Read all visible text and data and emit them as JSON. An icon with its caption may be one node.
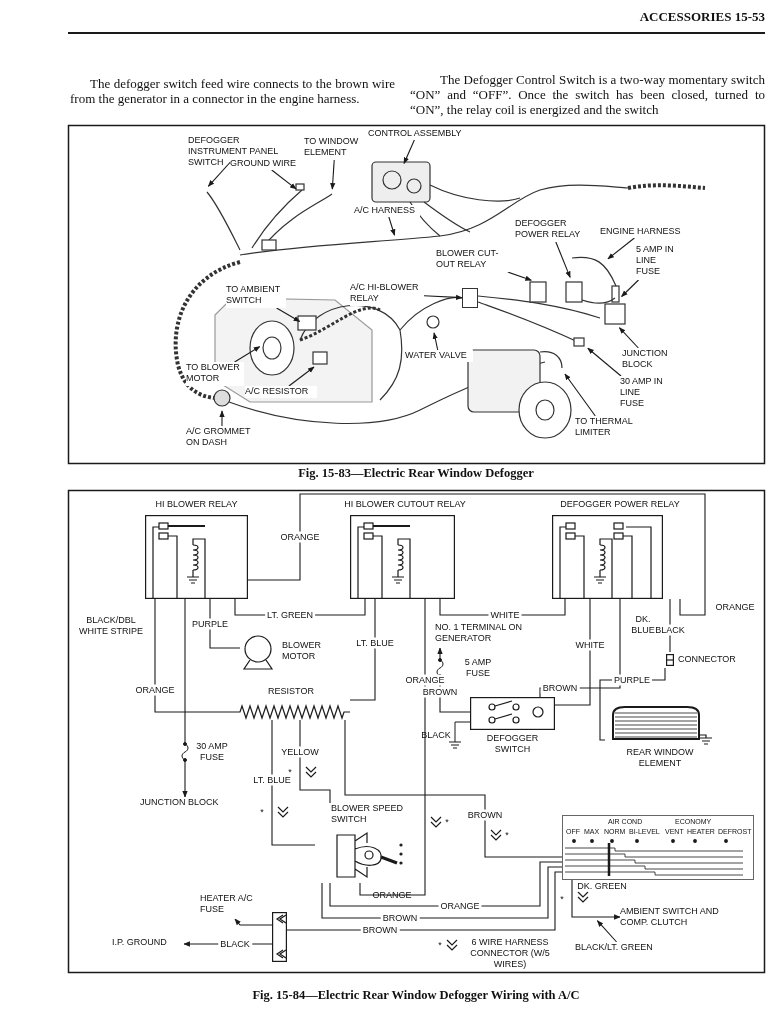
{
  "diagram": {
    "nodes": [
      {
        "text": [
          "DEFOGGER INSTRUMENT PANEL SWITCH"
        ]
      },
      {
        "text": [
          "TO WINDOW ELEMENT"
        ]
      },
      {
        "text": [
          "GROUND WIRE"
        ]
      },
      {
        "text": [
          "CONTROL ASSEMBLY"
        ]
      },
      {
        "text": [
          "A/C HARNESS"
        ]
      },
      {
        "text": [
          "DEFOGGER POWER RELAY"
        ]
      },
      {
        "text": [
          "ENGINE HARNESS"
        ]
      },
      {
        "text": [
          "5 AMP IN LINE FUSE"
        ]
      },
      {
        "text": [
          "BLOWER CUT- OUT RELAY"
        ]
      },
      {
        "text": [
          "A/C HI-BLOWER RELAY"
        ]
      },
      {
        "text": [
          "TO AMBIENT SWITCH"
        ]
      },
      {
        "text": [
          "WATER VALVE"
        ]
      },
      {
        "text": [
          "JUNCTION BLOCK"
        ]
      },
      {
        "text": [
          "30 AMP IN LINE FUSE"
        ]
      },
      {
        "text": [
          "TO THERMAL LIMITER"
        ]
      },
      {
        "text": [
          "TO BLOWER MOTOR"
        ]
      },
      {
        "text": [
          "A/C RESISTOR"
        ]
      },
      {
        "text": [
          "A/C GROMMET ON DASH"
        ]
      },
      {
        "text": [
          "HI BLOWER RELAY"
        ]
      },
      {
        "text": [
          "HI BLOWER CUTOUT RELAY"
        ]
      },
      {
        "text": [
          "DEFOGGER POWER RELAY"
        ]
      },
      {
        "text": [
          "BLOWER MOTOR"
        ]
      },
      {
        "text": [
          "RESISTOR"
        ]
      },
      {
        "text": [
          "DEFOGGER SWITCH"
        ]
      },
      {
        "text": [
          "REAR WINDOW ELEMENT"
        ]
      },
      {
        "text": [
          "BLOWER SPEED SWITCH"
        ]
      },
      {
        "text": [
          "AIR COND",
          "ECONOMY",
          "OFF",
          "MAX",
          "NORM",
          "BI-LEVEL",
          "VENT",
          "HEATER",
          "DEFROST"
        ]
      },
      {
        "text": [
          "CONNECTOR"
        ]
      },
      {
        "text": [
          "JUNCTION BLOCK"
        ]
      },
      {
        "text": [
          "NO. 1 TERMINAL ON GENERATOR"
        ]
      },
      {
        "text": [
          "HEATER A/C FUSE"
        ]
      },
      {
        "text": [
          "I.P. GROUND"
        ]
      },
      {
        "text": [
          "AMBIENT SWITCH AND COMP. CLUTCH"
        ]
      },
      {
        "text": [],
        "shape": "bar"
      },
      {
        "text": [
          "BLACK/LT. GREEN"
        ]
      },
      {
        "text": [],
        "shape": "box"
      }
    ],
    "edges": [
      {
        "from": 0,
        "to": null,
        "arrow": "to"
      },
      {
        "from": 1,
        "to": null,
        "arrow": "to"
      },
      {
        "from": 2,
        "to": null,
        "arrow": "to"
      },
      {
        "from": 3,
        "to": null,
        "arrow": "to"
      },
      {
        "from": 4,
        "to": null,
        "arrow": "to"
      },
      {
        "from": 5,
        "to": null,
        "arrow": "to"
      },
      {
        "from": 6,
        "to": null,
        "arrow": "to"
      },
      {
        "from": 7,
        "to": null,
        "arrow": "to"
      },
      {
        "from": 8,
        "to": null,
        "arrow": "to"
      },
      {
        "from": 9,
        "to": 35,
        "arrow": "to"
      },
      {
        "from": 10,
        "to": null,
        "arrow": "to"
      },
      {
        "from": 11,
        "to": null,
        "arrow": "to"
      },
      {
        "from": 12,
        "to": null,
        "arrow": "to"
      },
      {
        "from": 13,
        "to": null,
        "arrow": "to"
      },
      {
        "from": 14,
        "to": null,
        "arrow": "to"
      },
      {
        "from": 15,
        "to": null,
        "arrow": "to"
      },
      {
        "from": 16,
        "to": null,
        "arrow": "to"
      },
      {
        "from": 17,
        "to": null,
        "arrow": "to"
      },
      {
        "from": 18,
        "to": 19,
        "arrow": "none",
        "label": "LT. GREEN"
      },
      {
        "from": 18,
        "to": 20,
        "arrow": "none",
        "label": "ORANGE"
      },
      {
        "from": 18,
        "to": 21,
        "arrow": "none",
        "label": "PURPLE"
      },
      {
        "from": 18,
        "to": 28,
        "arrow": "to"
      },
      {
        "from": 18,
        "to": 22,
        "arrow": "none",
        "label": "ORANGE"
      },
      {
        "from": 19,
        "to": 22,
        "arrow": "none",
        "label": "LT. BLUE"
      },
      {
        "from": 22,
        "to": 25,
        "arrow": "none",
        "label": "YELLOW"
      },
      {
        "from": 22,
        "to": 25,
        "arrow": "none",
        "label": "LT. BLUE"
      },
      {
        "from": 19,
        "to": 25,
        "arrow": "none",
        "label": "ORANGE"
      },
      {
        "from": 19,
        "to": 20,
        "arrow": "none",
        "label": "WHITE"
      },
      {
        "from": 20,
        "to": 23,
        "arrow": "none",
        "label": "WHITE"
      },
      {
        "from": 20,
        "to": 27,
        "arrow": "none",
        "label": "BLACK"
      },
      {
        "from": 27,
        "to": 24,
        "arrow": "none",
        "label": "PURPLE"
      },
      {
        "from": 20,
        "to": 23,
        "arrow": "none",
        "label": "BROWN"
      },
      {
        "from": 23,
        "to": 29,
        "arrow": "to",
        "label": "BROWN"
      },
      {
        "from": 22,
        "to": 26,
        "arrow": "none",
        "label": "BROWN"
      },
      {
        "from": 25,
        "to": 26,
        "arrow": "none",
        "label": "ORANGE"
      },
      {
        "from": 25,
        "to": 26,
        "arrow": "none",
        "label": "BROWN"
      },
      {
        "from": 33,
        "to": 26,
        "arrow": "none",
        "label": "BROWN"
      },
      {
        "from": 33,
        "to": 30,
        "arrow": "to"
      },
      {
        "from": 33,
        "to": 31,
        "arrow": "to",
        "label": "BLACK"
      },
      {
        "from": 26,
        "to": 32,
        "arrow": "to",
        "label": "DK. GREEN"
      },
      {
        "from": 34,
        "to": null,
        "arrow": "to"
      }
    ],
    "labels": [
      "ACCESSORIES 15-53",
      "The defogger switch feed wire connects to the brown wire from the generator in a connector in the engine harness.",
      "The Defogger Control Switch is a two-way momentary switch “ON” and “OFF”. Once the switch has been closed, turned to “ON”, the relay coil is energized and the switch",
      "Fig. 15-83—Electric Rear Window Defogger",
      "ORANGE",
      "BLACK/DBL WHITE STRIPE",
      "DK. BLUE",
      "5 AMP FUSE",
      "BLACK",
      "30 AMP FUSE",
      "*",
      "*",
      "*",
      "ORANGE",
      "*",
      "*",
      "*",
      "6 WIRE HARNESS CONNECTOR (W/5 WIRES)",
      "Fig. 15-84—Electric Rear Window Defogger Wiring with A/C"
    ]
  }
}
